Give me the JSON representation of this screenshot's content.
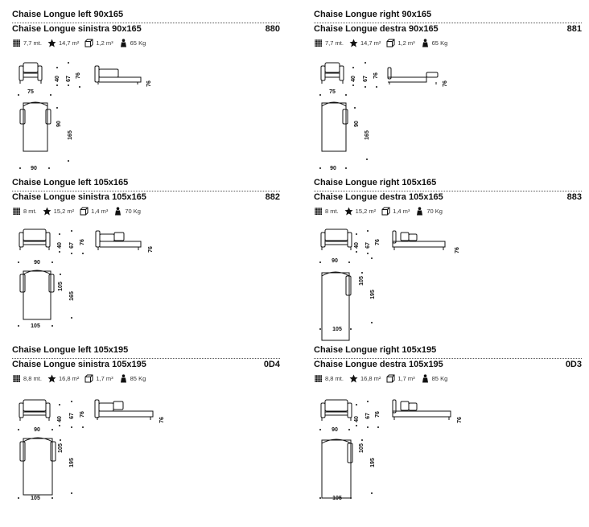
{
  "entries": [
    {
      "title_en": "Chaise Longue left 90x165",
      "title_it": "Chaise Longue sinistra 90x165",
      "code": "880",
      "specs": {
        "fabric": "7,7 mt.",
        "leather": "14,7 m²",
        "volume": "1,2 m³",
        "weight": "65 Kg"
      },
      "dims": {
        "front_width": "75",
        "seat_height": "40",
        "arm_height": "67",
        "back_height": "76",
        "side_height": "76",
        "top_width": "90",
        "top_depth_inner": "90",
        "top_depth": "165"
      }
    },
    {
      "title_en": "Chaise Longue right 90x165",
      "title_it": "Chaise Longue destra 90x165",
      "code": "881",
      "specs": {
        "fabric": "7,7 mt.",
        "leather": "14,7 m²",
        "volume": "1,2 m³",
        "weight": "65 Kg"
      },
      "dims": {
        "front_width": "75",
        "seat_height": "40",
        "arm_height": "67",
        "back_height": "76",
        "side_height": "76",
        "top_width": "90",
        "top_depth_inner": "90",
        "top_depth": "165"
      }
    },
    {
      "title_en": "Chaise Longue left 105x165",
      "title_it": "Chaise Longue sinistra 105x165",
      "code": "882",
      "specs": {
        "fabric": "8 mt.",
        "leather": "15,2 m²",
        "volume": "1,4 m³",
        "weight": "70 Kg"
      },
      "dims": {
        "front_width": "90",
        "seat_height": "40",
        "arm_height": "67",
        "back_height": "76",
        "side_height": "76",
        "top_width": "105",
        "top_depth_inner": "105",
        "top_depth": "165"
      }
    },
    {
      "title_en": "Chaise Longue right 105x165",
      "title_it": "Chaise Longue destra 105x165",
      "code": "883",
      "specs": {
        "fabric": "8 mt.",
        "leather": "15,2 m²",
        "volume": "1,4 m³",
        "weight": "70 Kg"
      },
      "dims": {
        "front_width": "90",
        "seat_height": "40",
        "arm_height": "67",
        "back_height": "76",
        "side_height": "76",
        "top_width": "105",
        "top_depth_inner": "105",
        "top_depth": "195"
      }
    },
    {
      "title_en": "Chaise Longue left 105x195",
      "title_it": "Chaise Longue sinistra 105x195",
      "code": "0D4",
      "specs": {
        "fabric": "8,8 mt.",
        "leather": "16,8 m²",
        "volume": "1,7 m³",
        "weight": "85 Kg"
      },
      "dims": {
        "front_width": "90",
        "seat_height": "40",
        "arm_height": "67",
        "back_height": "76",
        "side_height": "76",
        "top_width": "105",
        "top_depth_inner": "105",
        "top_depth": "195"
      }
    },
    {
      "title_en": "Chaise Longue right 105x195",
      "title_it": "Chaise Longue destra 105x195",
      "code": "0D3",
      "specs": {
        "fabric": "8,8 mt.",
        "leather": "16,8 m²",
        "volume": "1,7 m³",
        "weight": "85 Kg"
      },
      "dims": {
        "front_width": "90",
        "seat_height": "40",
        "arm_height": "67",
        "back_height": "76",
        "side_height": "76",
        "top_width": "105",
        "top_depth_inner": "105",
        "top_depth": "195"
      }
    }
  ],
  "icons": [
    "fabric-icon",
    "leather-icon",
    "volume-icon",
    "weight-icon"
  ]
}
